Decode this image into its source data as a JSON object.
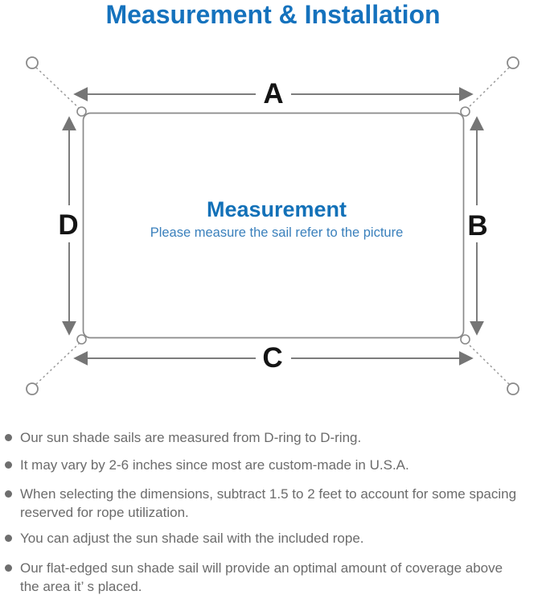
{
  "title": "Measurement & Installation",
  "colors": {
    "title_blue": "#1572bd",
    "heading_blue": "#1371b8",
    "subtitle_blue": "#3a80bc",
    "diagram_line_gray": "#8a8a8a",
    "arrow_gray": "#757575",
    "dimension_label_black": "#141414",
    "note_text_gray": "#6b6b6b"
  },
  "diagram": {
    "heading": "Measurement",
    "subheading": "Please measure the sail refer to the picture",
    "labels": {
      "top": "A",
      "right": "B",
      "bottom": "C",
      "left": "D"
    }
  },
  "notes": {
    "items": [
      {
        "lines": [
          "Our sun shade sails are measured from D-ring to D-ring."
        ]
      },
      {
        "lines": [
          "It may vary by 2-6 inches since most are custom-made in U.S.A."
        ]
      },
      {
        "lines": [
          "When selecting the dimensions, subtract 1.5 to 2 feet to account for some spacing",
          "reserved for rope utilization."
        ]
      },
      {
        "lines": [
          "You can adjust the sun shade sail with the included rope."
        ]
      },
      {
        "lines": [
          "Our flat-edged sun shade sail will provide an optimal amount of coverage above",
          "the area it’ s placed."
        ]
      }
    ]
  }
}
